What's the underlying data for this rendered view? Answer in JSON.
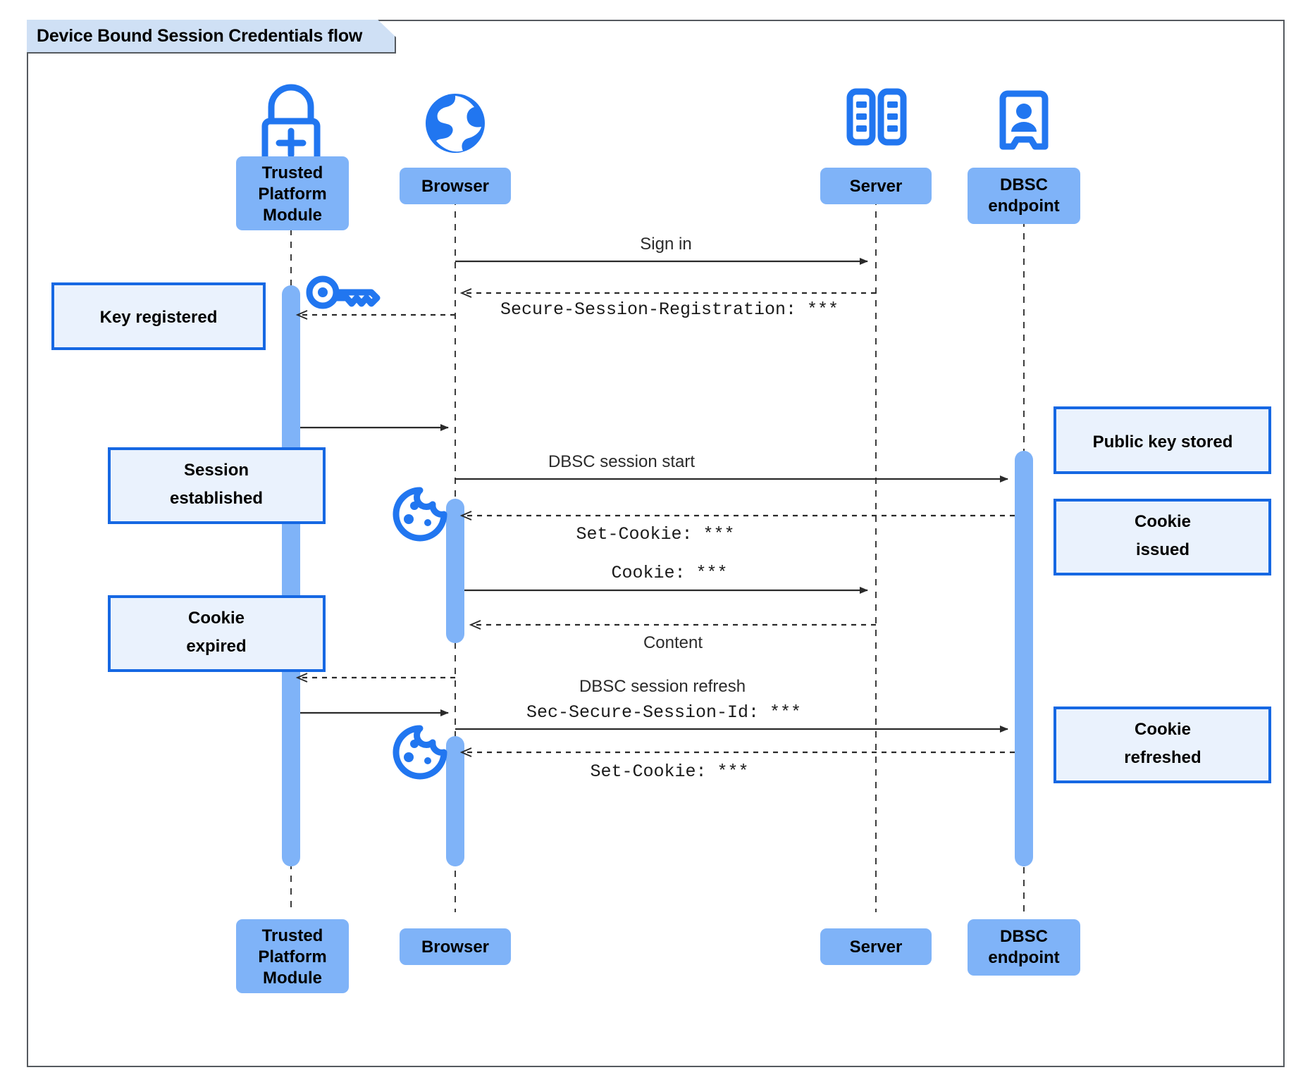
{
  "frame": {
    "title": "Device Bound Session Credentials flow"
  },
  "participants": [
    {
      "id": "tpm",
      "label_lines": [
        "Trusted",
        "Platform",
        "Module"
      ],
      "icon": "lock-plus-icon"
    },
    {
      "id": "browser",
      "label_lines": [
        "Browser"
      ],
      "icon": "globe-icon"
    },
    {
      "id": "server",
      "label_lines": [
        "Server"
      ],
      "icon": "server-rack-icon"
    },
    {
      "id": "dbsc",
      "label_lines": [
        "DBSC",
        "endpoint"
      ],
      "icon": "id-badge-icon"
    }
  ],
  "messages": [
    {
      "id": "m1",
      "from": "browser",
      "to": "server",
      "style": "solid",
      "label": "Sign in",
      "font": "sans"
    },
    {
      "id": "m2",
      "from": "server",
      "to": "browser",
      "style": "dashed",
      "label": "Secure-Session-Registration: ***",
      "font": "mono"
    },
    {
      "id": "m3",
      "from": "browser",
      "to": "tpm",
      "style": "dashed",
      "label": "",
      "font": "sans"
    },
    {
      "id": "m4",
      "from": "tpm",
      "to": "browser",
      "style": "solid",
      "label": "",
      "font": "sans"
    },
    {
      "id": "m5",
      "from": "browser",
      "to": "dbsc",
      "style": "solid",
      "label": "DBSC session start",
      "font": "sans"
    },
    {
      "id": "m6",
      "from": "dbsc",
      "to": "browser",
      "style": "dashed",
      "label": "Set-Cookie: ***",
      "font": "mono"
    },
    {
      "id": "m7",
      "from": "browser",
      "to": "server",
      "style": "solid",
      "label": "Cookie: ***",
      "font": "mono"
    },
    {
      "id": "m8",
      "from": "server",
      "to": "browser",
      "style": "dashed",
      "label": "Content",
      "font": "sans"
    },
    {
      "id": "m9",
      "from": "browser",
      "to": "tpm",
      "style": "dashed",
      "label": "",
      "font": "sans"
    },
    {
      "id": "m10",
      "from": "tpm",
      "to": "browser",
      "style": "solid",
      "label": "",
      "font": "sans"
    },
    {
      "id": "m11",
      "from": "browser",
      "to": "dbsc",
      "style": "solid",
      "label_top": "DBSC session refresh",
      "label": "Sec-Secure-Session-Id: ***",
      "font": "mono"
    },
    {
      "id": "m12",
      "from": "dbsc",
      "to": "browser",
      "style": "dashed",
      "label": "Set-Cookie: ***",
      "font": "mono"
    }
  ],
  "notes": [
    {
      "id": "n1",
      "side": "left",
      "lines": [
        "Key registered"
      ]
    },
    {
      "id": "n2",
      "side": "left",
      "lines": [
        "Session",
        "established"
      ]
    },
    {
      "id": "n3",
      "side": "left",
      "lines": [
        "Cookie",
        "expired"
      ]
    },
    {
      "id": "n4",
      "side": "right",
      "lines": [
        "Public key stored"
      ]
    },
    {
      "id": "n5",
      "side": "right",
      "lines": [
        "Cookie",
        "issued"
      ]
    },
    {
      "id": "n6",
      "side": "right",
      "lines": [
        "Cookie",
        "refreshed"
      ]
    }
  ],
  "annotation_icons": [
    {
      "id": "key1",
      "name": "key-icon"
    },
    {
      "id": "cookie1",
      "name": "cookie-icon"
    },
    {
      "id": "cookie2",
      "name": "cookie-icon"
    }
  ],
  "colors": {
    "participant_fill": "#7fb3f8",
    "note_fill": "#eaf2fd",
    "note_border": "#1668e3",
    "icon_blue": "#2176f0",
    "frame_border": "#555a5f",
    "title_fill": "#cfe0f5",
    "line": "#2a2a2a"
  }
}
